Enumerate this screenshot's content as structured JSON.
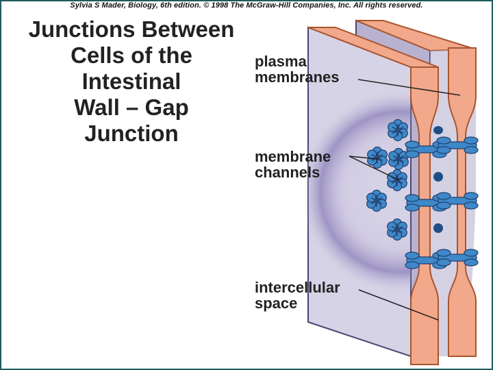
{
  "credit": "Sylvia S Mader, Biology, 6th edition. © 1998 The McGraw-Hill Companies, Inc. All rights reserved.",
  "title": [
    "Junctions Between",
    "Cells of the",
    "Intestinal",
    "Wall – Gap",
    "Junction"
  ],
  "labels": {
    "plasma_membranes": [
      "plasma",
      "membranes"
    ],
    "membrane_channels": [
      "membrane",
      "channels"
    ],
    "intercellular_space": [
      "intercellular",
      "space"
    ]
  },
  "colors": {
    "membrane": "#f2a88a",
    "membrane_edge": "#a8552e",
    "back_panel": "#b8b2d0",
    "front_panel": "#d7d3e6",
    "channel": "#3f88c9",
    "channel_dark": "#1f4e86",
    "frame": "#1e5b5b"
  }
}
